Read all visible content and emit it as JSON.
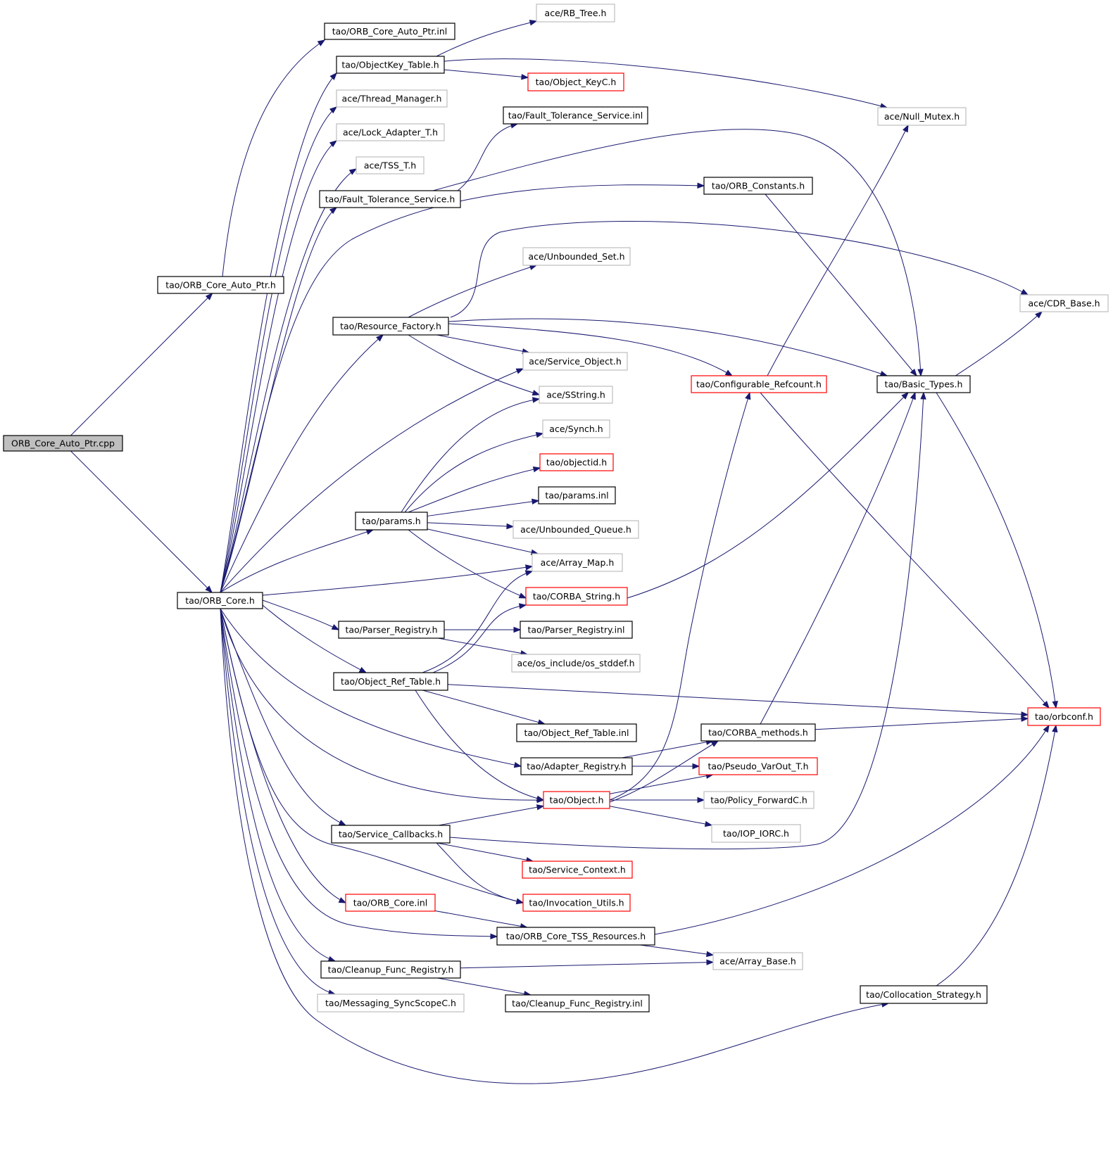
{
  "colors": {
    "edge": "#191970",
    "root_fill": "#bfbfbf",
    "border_documented": "#000000",
    "border_truncated": "#ff0000",
    "border_undocumented": "#bfbfbf"
  },
  "nodes": [
    {
      "id": "root",
      "label": "ORB_Core_Auto_Ptr.cpp",
      "style": "root"
    },
    {
      "id": "n_autoptr_h",
      "label": "tao/ORB_Core_Auto_Ptr.h",
      "style": "documented"
    },
    {
      "id": "n_orbcore_h",
      "label": "tao/ORB_Core.h",
      "style": "documented"
    },
    {
      "id": "n_autoptr_inl",
      "label": "tao/ORB_Core_Auto_Ptr.inl",
      "style": "documented"
    },
    {
      "id": "n_objkeytable",
      "label": "tao/ObjectKey_Table.h",
      "style": "documented"
    },
    {
      "id": "n_rbtree",
      "label": "ace/RB_Tree.h",
      "style": "undocumented"
    },
    {
      "id": "n_objectkeyc",
      "label": "tao/Object_KeyC.h",
      "style": "truncated"
    },
    {
      "id": "n_nullmutex",
      "label": "ace/Null_Mutex.h",
      "style": "undocumented"
    },
    {
      "id": "n_threadmgr",
      "label": "ace/Thread_Manager.h",
      "style": "undocumented"
    },
    {
      "id": "n_lockadapter",
      "label": "ace/Lock_Adapter_T.h",
      "style": "undocumented"
    },
    {
      "id": "n_tss",
      "label": "ace/TSS_T.h",
      "style": "undocumented"
    },
    {
      "id": "n_ftsvc_h",
      "label": "tao/Fault_Tolerance_Service.h",
      "style": "documented"
    },
    {
      "id": "n_ftsvc_inl",
      "label": "tao/Fault_Tolerance_Service.inl",
      "style": "documented"
    },
    {
      "id": "n_orbconst",
      "label": "tao/ORB_Constants.h",
      "style": "documented"
    },
    {
      "id": "n_unbset",
      "label": "ace/Unbounded_Set.h",
      "style": "undocumented"
    },
    {
      "id": "n_cdrbase",
      "label": "ace/CDR_Base.h",
      "style": "undocumented"
    },
    {
      "id": "n_resfactory",
      "label": "tao/Resource_Factory.h",
      "style": "documented"
    },
    {
      "id": "n_svcobject",
      "label": "ace/Service_Object.h",
      "style": "undocumented"
    },
    {
      "id": "n_sstring",
      "label": "ace/SString.h",
      "style": "undocumented"
    },
    {
      "id": "n_configref",
      "label": "tao/Configurable_Refcount.h",
      "style": "truncated"
    },
    {
      "id": "n_basictypes",
      "label": "tao/Basic_Types.h",
      "style": "documented"
    },
    {
      "id": "n_synch",
      "label": "ace/Synch.h",
      "style": "undocumented"
    },
    {
      "id": "n_objectid",
      "label": "tao/objectid.h",
      "style": "truncated"
    },
    {
      "id": "n_params_inl",
      "label": "tao/params.inl",
      "style": "documented"
    },
    {
      "id": "n_params_h",
      "label": "tao/params.h",
      "style": "documented"
    },
    {
      "id": "n_unbqueue",
      "label": "ace/Unbounded_Queue.h",
      "style": "undocumented"
    },
    {
      "id": "n_arraymap",
      "label": "ace/Array_Map.h",
      "style": "undocumented"
    },
    {
      "id": "n_corbastring",
      "label": "tao/CORBA_String.h",
      "style": "truncated"
    },
    {
      "id": "n_parserreg_h",
      "label": "tao/Parser_Registry.h",
      "style": "documented"
    },
    {
      "id": "n_parserreg_inl",
      "label": "tao/Parser_Registry.inl",
      "style": "documented"
    },
    {
      "id": "n_osstddef",
      "label": "ace/os_include/os_stddef.h",
      "style": "undocumented"
    },
    {
      "id": "n_objreftable_h",
      "label": "tao/Object_Ref_Table.h",
      "style": "documented"
    },
    {
      "id": "n_orbconf",
      "label": "tao/orbconf.h",
      "style": "truncated"
    },
    {
      "id": "n_objreftable_inl",
      "label": "tao/Object_Ref_Table.inl",
      "style": "documented"
    },
    {
      "id": "n_corbamethods",
      "label": "tao/CORBA_methods.h",
      "style": "documented"
    },
    {
      "id": "n_adapterreg",
      "label": "tao/Adapter_Registry.h",
      "style": "documented"
    },
    {
      "id": "n_pseudovarout",
      "label": "tao/Pseudo_VarOut_T.h",
      "style": "truncated"
    },
    {
      "id": "n_object_h",
      "label": "tao/Object.h",
      "style": "truncated"
    },
    {
      "id": "n_policyfwd",
      "label": "tao/Policy_ForwardC.h",
      "style": "undocumented"
    },
    {
      "id": "n_iopiorc",
      "label": "tao/IOP_IORC.h",
      "style": "undocumented"
    },
    {
      "id": "n_svccallbacks",
      "label": "tao/Service_Callbacks.h",
      "style": "documented"
    },
    {
      "id": "n_svccontext",
      "label": "tao/Service_Context.h",
      "style": "truncated"
    },
    {
      "id": "n_invocutils",
      "label": "tao/Invocation_Utils.h",
      "style": "truncated"
    },
    {
      "id": "n_orbcore_inl",
      "label": "tao/ORB_Core.inl",
      "style": "truncated"
    },
    {
      "id": "n_tssres",
      "label": "tao/ORB_Core_TSS_Resources.h",
      "style": "documented"
    },
    {
      "id": "n_arraybase",
      "label": "ace/Array_Base.h",
      "style": "undocumented"
    },
    {
      "id": "n_cleanup_h",
      "label": "tao/Cleanup_Func_Registry.h",
      "style": "documented"
    },
    {
      "id": "n_cleanup_inl",
      "label": "tao/Cleanup_Func_Registry.inl",
      "style": "documented"
    },
    {
      "id": "n_syncscope",
      "label": "tao/Messaging_SyncScopeC.h",
      "style": "undocumented"
    },
    {
      "id": "n_collocation",
      "label": "tao/Collocation_Strategy.h",
      "style": "documented"
    }
  ],
  "edges": [
    [
      "root",
      "n_autoptr_h"
    ],
    [
      "root",
      "n_orbcore_h"
    ],
    [
      "n_autoptr_h",
      "n_autoptr_inl"
    ],
    [
      "n_orbcore_h",
      "n_objkeytable"
    ],
    [
      "n_orbcore_h",
      "n_threadmgr"
    ],
    [
      "n_orbcore_h",
      "n_lockadapter"
    ],
    [
      "n_orbcore_h",
      "n_tss"
    ],
    [
      "n_orbcore_h",
      "n_ftsvc_h"
    ],
    [
      "n_orbcore_h",
      "n_orbconst"
    ],
    [
      "n_orbcore_h",
      "n_resfactory"
    ],
    [
      "n_orbcore_h",
      "n_svcobject"
    ],
    [
      "n_orbcore_h",
      "n_params_h"
    ],
    [
      "n_orbcore_h",
      "n_arraymap"
    ],
    [
      "n_orbcore_h",
      "n_parserreg_h"
    ],
    [
      "n_orbcore_h",
      "n_objreftable_h"
    ],
    [
      "n_orbcore_h",
      "n_adapterreg"
    ],
    [
      "n_orbcore_h",
      "n_object_h"
    ],
    [
      "n_orbcore_h",
      "n_svccallbacks"
    ],
    [
      "n_orbcore_h",
      "n_invocutils"
    ],
    [
      "n_orbcore_h",
      "n_orbcore_inl"
    ],
    [
      "n_orbcore_h",
      "n_tssres"
    ],
    [
      "n_orbcore_h",
      "n_cleanup_h"
    ],
    [
      "n_orbcore_h",
      "n_syncscope"
    ],
    [
      "n_orbcore_h",
      "n_collocation"
    ],
    [
      "n_objkeytable",
      "n_rbtree"
    ],
    [
      "n_objkeytable",
      "n_objectkeyc"
    ],
    [
      "n_objkeytable",
      "n_nullmutex"
    ],
    [
      "n_ftsvc_h",
      "n_ftsvc_inl"
    ],
    [
      "n_ftsvc_h",
      "n_basictypes"
    ],
    [
      "n_orbconst",
      "n_basictypes"
    ],
    [
      "n_resfactory",
      "n_unbset"
    ],
    [
      "n_resfactory",
      "n_cdrbase"
    ],
    [
      "n_resfactory",
      "n_svcobject"
    ],
    [
      "n_resfactory",
      "n_sstring"
    ],
    [
      "n_resfactory",
      "n_configref"
    ],
    [
      "n_resfactory",
      "n_basictypes"
    ],
    [
      "n_configref",
      "n_nullmutex"
    ],
    [
      "n_configref",
      "n_orbconf"
    ],
    [
      "n_basictypes",
      "n_cdrbase"
    ],
    [
      "n_basictypes",
      "n_orbconf"
    ],
    [
      "n_params_h",
      "n_sstring"
    ],
    [
      "n_params_h",
      "n_synch"
    ],
    [
      "n_params_h",
      "n_objectid"
    ],
    [
      "n_params_h",
      "n_params_inl"
    ],
    [
      "n_params_h",
      "n_unbqueue"
    ],
    [
      "n_params_h",
      "n_arraymap"
    ],
    [
      "n_params_h",
      "n_corbastring"
    ],
    [
      "n_corbastring",
      "n_basictypes"
    ],
    [
      "n_parserreg_h",
      "n_parserreg_inl"
    ],
    [
      "n_parserreg_h",
      "n_osstddef"
    ],
    [
      "n_objreftable_h",
      "n_arraymap"
    ],
    [
      "n_objreftable_h",
      "n_corbastring"
    ],
    [
      "n_objreftable_h",
      "n_orbconf"
    ],
    [
      "n_objreftable_h",
      "n_objreftable_inl"
    ],
    [
      "n_objreftable_h",
      "n_object_h"
    ],
    [
      "n_corbamethods",
      "n_basictypes"
    ],
    [
      "n_corbamethods",
      "n_orbconf"
    ],
    [
      "n_adapterreg",
      "n_corbamethods"
    ],
    [
      "n_adapterreg",
      "n_pseudovarout"
    ],
    [
      "n_object_h",
      "n_configref"
    ],
    [
      "n_object_h",
      "n_corbamethods"
    ],
    [
      "n_object_h",
      "n_pseudovarout"
    ],
    [
      "n_object_h",
      "n_policyfwd"
    ],
    [
      "n_object_h",
      "n_iopiorc"
    ],
    [
      "n_svccallbacks",
      "n_object_h"
    ],
    [
      "n_svccallbacks",
      "n_basictypes"
    ],
    [
      "n_svccallbacks",
      "n_svccontext"
    ],
    [
      "n_svccallbacks",
      "n_invocutils"
    ],
    [
      "n_orbcore_inl",
      "n_tssres"
    ],
    [
      "n_tssres",
      "n_orbconf"
    ],
    [
      "n_tssres",
      "n_arraybase"
    ],
    [
      "n_cleanup_h",
      "n_arraybase"
    ],
    [
      "n_cleanup_h",
      "n_cleanup_inl"
    ],
    [
      "n_collocation",
      "n_orbconf"
    ]
  ]
}
